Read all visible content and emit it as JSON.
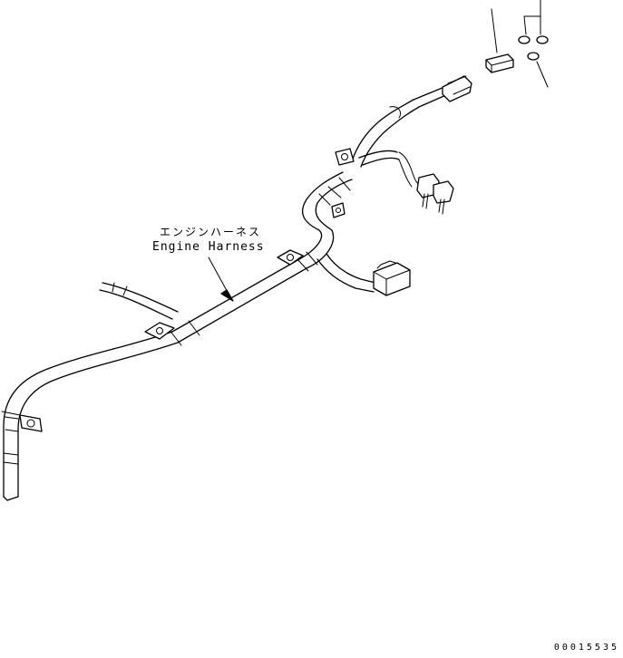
{
  "diagram": {
    "labels": {
      "part_name_jp": "エンジンハーネス",
      "part_name_en": "Engine Harness"
    },
    "drawing_number": "00015535"
  }
}
